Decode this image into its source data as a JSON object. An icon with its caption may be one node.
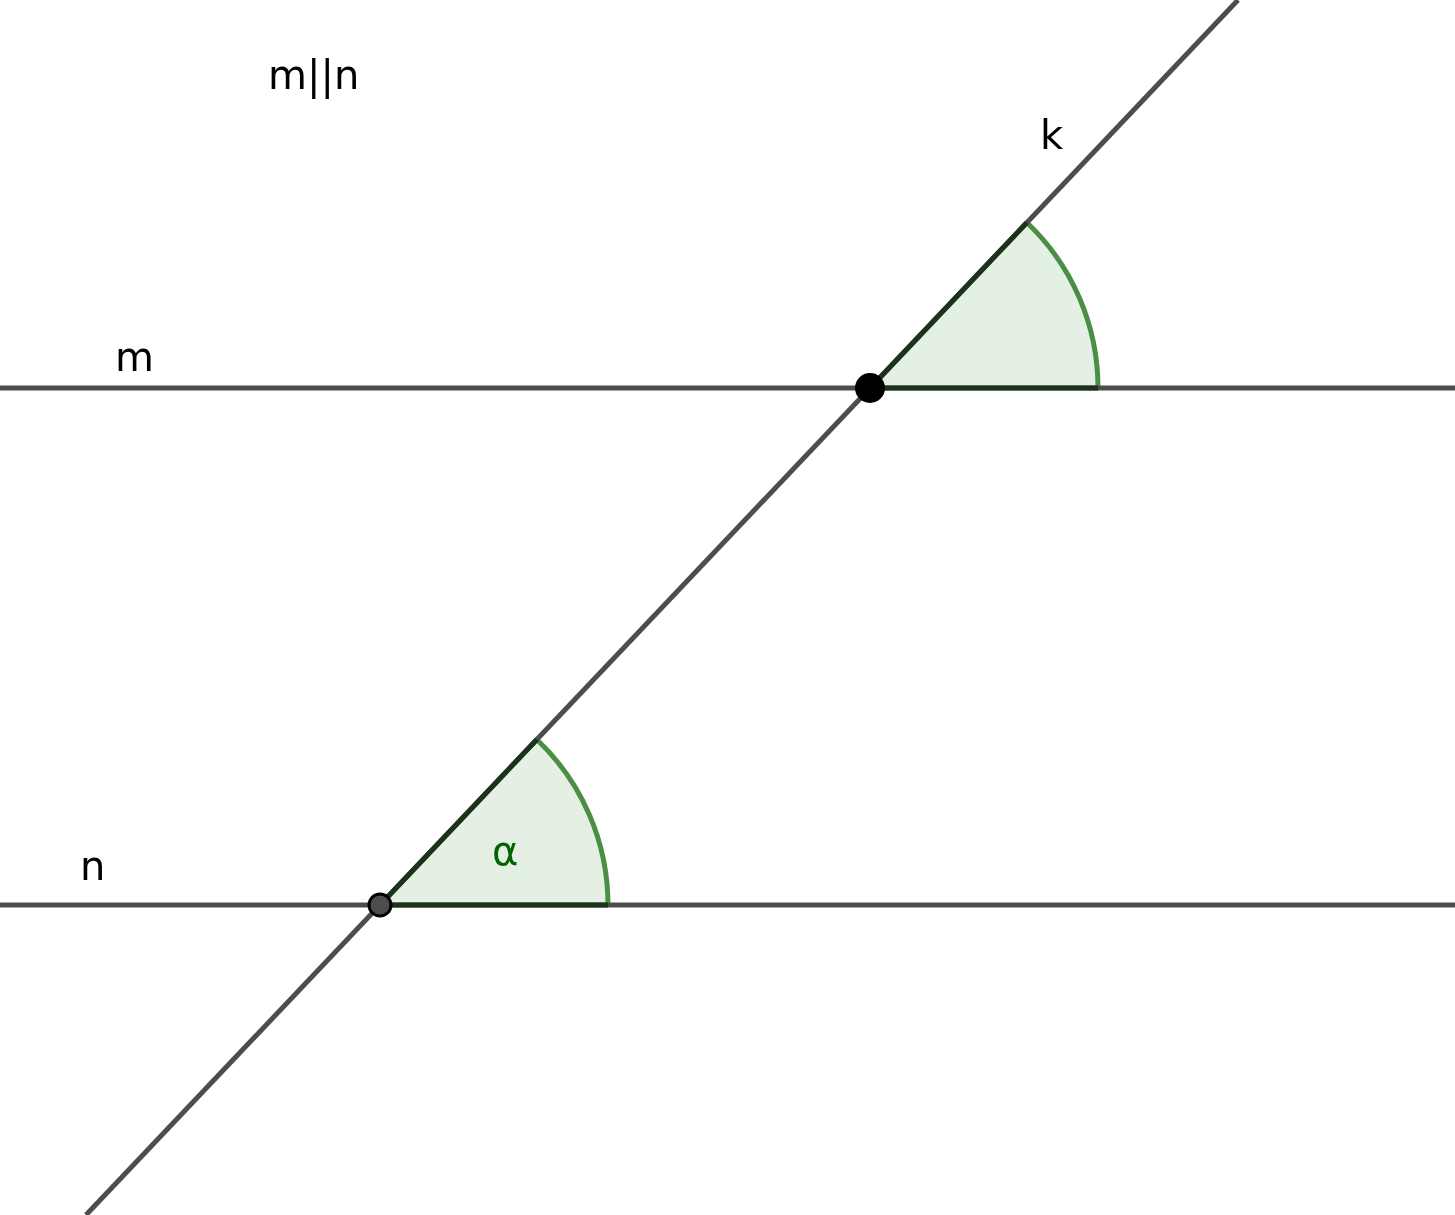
{
  "diagram": {
    "labels": [
      "m||n",
      "k",
      "m",
      "n",
      "α"
    ]
  }
}
